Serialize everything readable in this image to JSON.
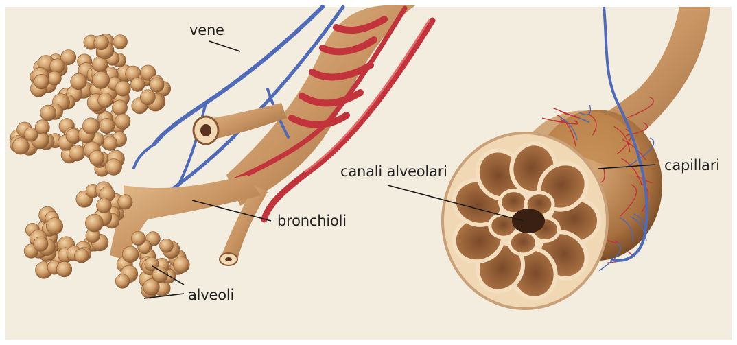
{
  "labels": {
    "vene": "vene",
    "canali_alveolari": "canali alveolari",
    "capillari": "capillari",
    "bronchioli": "bronchioli",
    "alveoli": "alveoli"
  },
  "colors": {
    "background": "#f3ede0",
    "tissue": "#c99a66",
    "tissue_dark": "#8a5a36",
    "vein_blue": "#4e6ab8",
    "artery_red": "#c2333b",
    "leader_line": "#1a1a1a"
  }
}
